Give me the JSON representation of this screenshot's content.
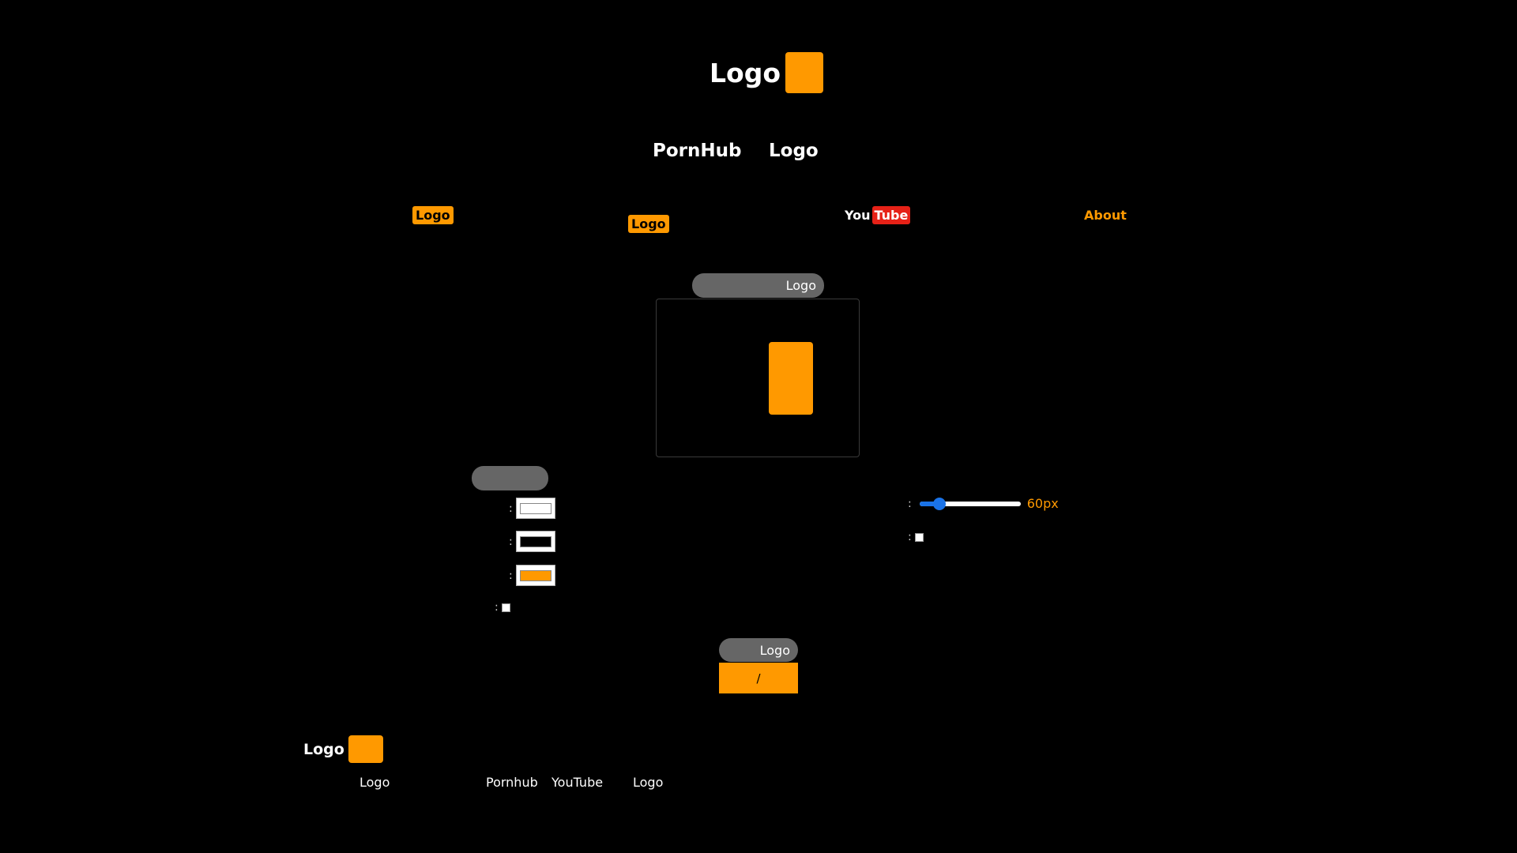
{
  "header": {
    "logo_text": "Logo"
  },
  "nav": {
    "title_left": "PornHub",
    "title_right": "Logo"
  },
  "logo_variants": {
    "badge_1": "Logo",
    "badge_2": "Logo",
    "youtube": {
      "you": "You",
      "tube": "Tube"
    },
    "about": "About"
  },
  "preview": {
    "pill_label": "Logo"
  },
  "settings": {
    "colon": ":",
    "swatches": [
      {
        "fill": "#ffffff"
      },
      {
        "fill": "#000000"
      },
      {
        "fill": "#ff9900"
      }
    ],
    "slider": {
      "value_label": "60px",
      "fraction": 0.2
    }
  },
  "bottom": {
    "pill_label": "Logo",
    "button_label": "/"
  },
  "footer": {
    "logo_text": "Logo",
    "links": [
      "Logo",
      "Pornhub",
      "YouTube",
      "Logo"
    ]
  },
  "colors": {
    "accent": "#ff9900",
    "background": "#000000",
    "youtube_red": "#e62117",
    "slider_blue": "#1a73e8"
  }
}
